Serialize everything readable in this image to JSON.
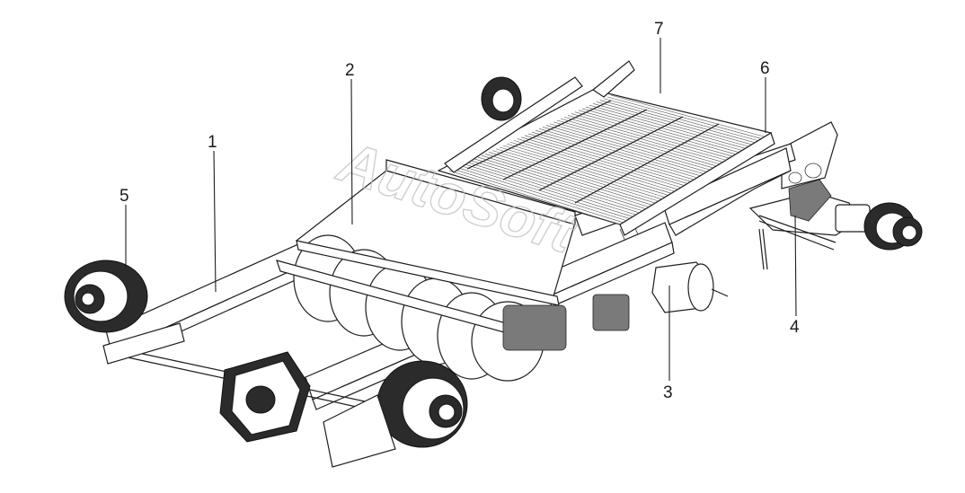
{
  "diagram": {
    "callouts": [
      {
        "id": "1",
        "label": "1"
      },
      {
        "id": "2",
        "label": "2"
      },
      {
        "id": "3",
        "label": "3"
      },
      {
        "id": "4",
        "label": "4"
      },
      {
        "id": "5",
        "label": "5"
      },
      {
        "id": "6",
        "label": "6"
      },
      {
        "id": "7",
        "label": "7"
      }
    ],
    "watermark": "AutoSoft"
  }
}
